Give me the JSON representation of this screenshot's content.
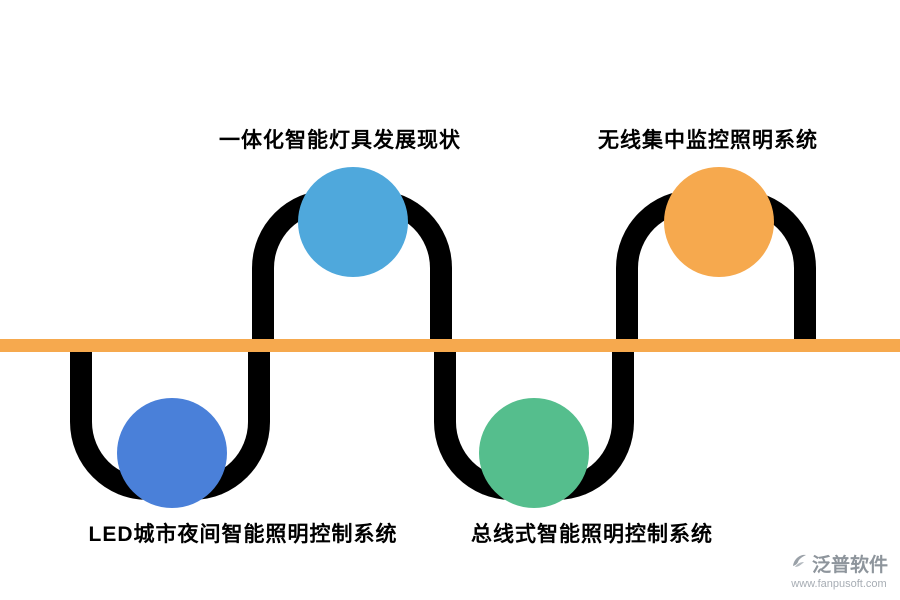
{
  "diagram": {
    "axis_color": "#F6A94E",
    "items": [
      {
        "label": "一体化智能灯具发展现状",
        "color": "#4FA8DC",
        "side": "top",
        "order": 1
      },
      {
        "label": "无线集中监控照明系统",
        "color": "#F6A94E",
        "side": "top",
        "order": 2
      },
      {
        "label": "LED城市夜间智能照明控制系统",
        "color": "#4A80D9",
        "side": "bottom",
        "order": 3
      },
      {
        "label": "总线式智能照明控制系统",
        "color": "#55BE8D",
        "side": "bottom",
        "order": 4
      }
    ]
  },
  "watermark": {
    "brand": "泛普软件",
    "url": "www.fanpusoft.com"
  }
}
